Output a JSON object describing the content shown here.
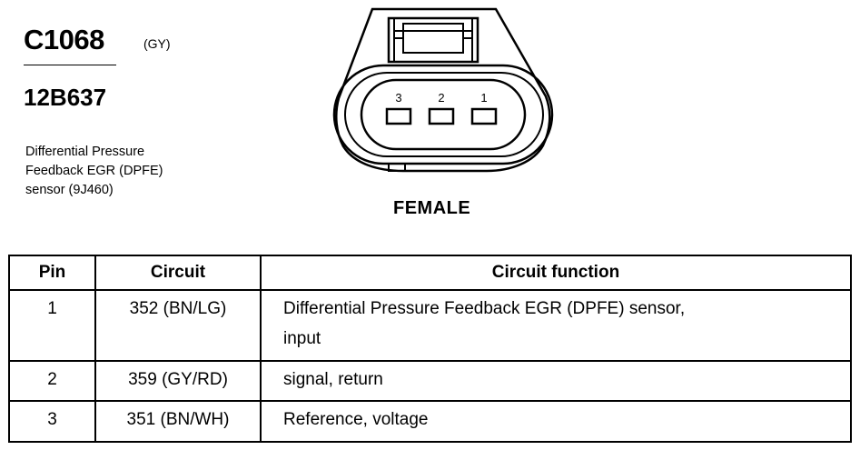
{
  "connector": {
    "id": "C1068",
    "color": "(GY)",
    "part_number": "12B637",
    "description_lines": [
      "Differential Pressure",
      "Feedback EGR (DPFE)",
      "sensor (9J460)"
    ],
    "gender": "FEMALE",
    "pins_shown": [
      "3",
      "2",
      "1"
    ]
  },
  "table": {
    "headers": {
      "pin": "Pin",
      "circuit": "Circuit",
      "function": "Circuit function"
    },
    "rows": [
      {
        "pin": "1",
        "circuit": "352 (BN/LG)",
        "function_lines": [
          "Differential Pressure Feedback EGR (DPFE) sensor,",
          "input"
        ]
      },
      {
        "pin": "2",
        "circuit": "359 (GY/RD)",
        "function_lines": [
          "signal, return"
        ]
      },
      {
        "pin": "3",
        "circuit": "351 (BN/WH)",
        "function_lines": [
          "Reference, voltage"
        ]
      }
    ]
  }
}
